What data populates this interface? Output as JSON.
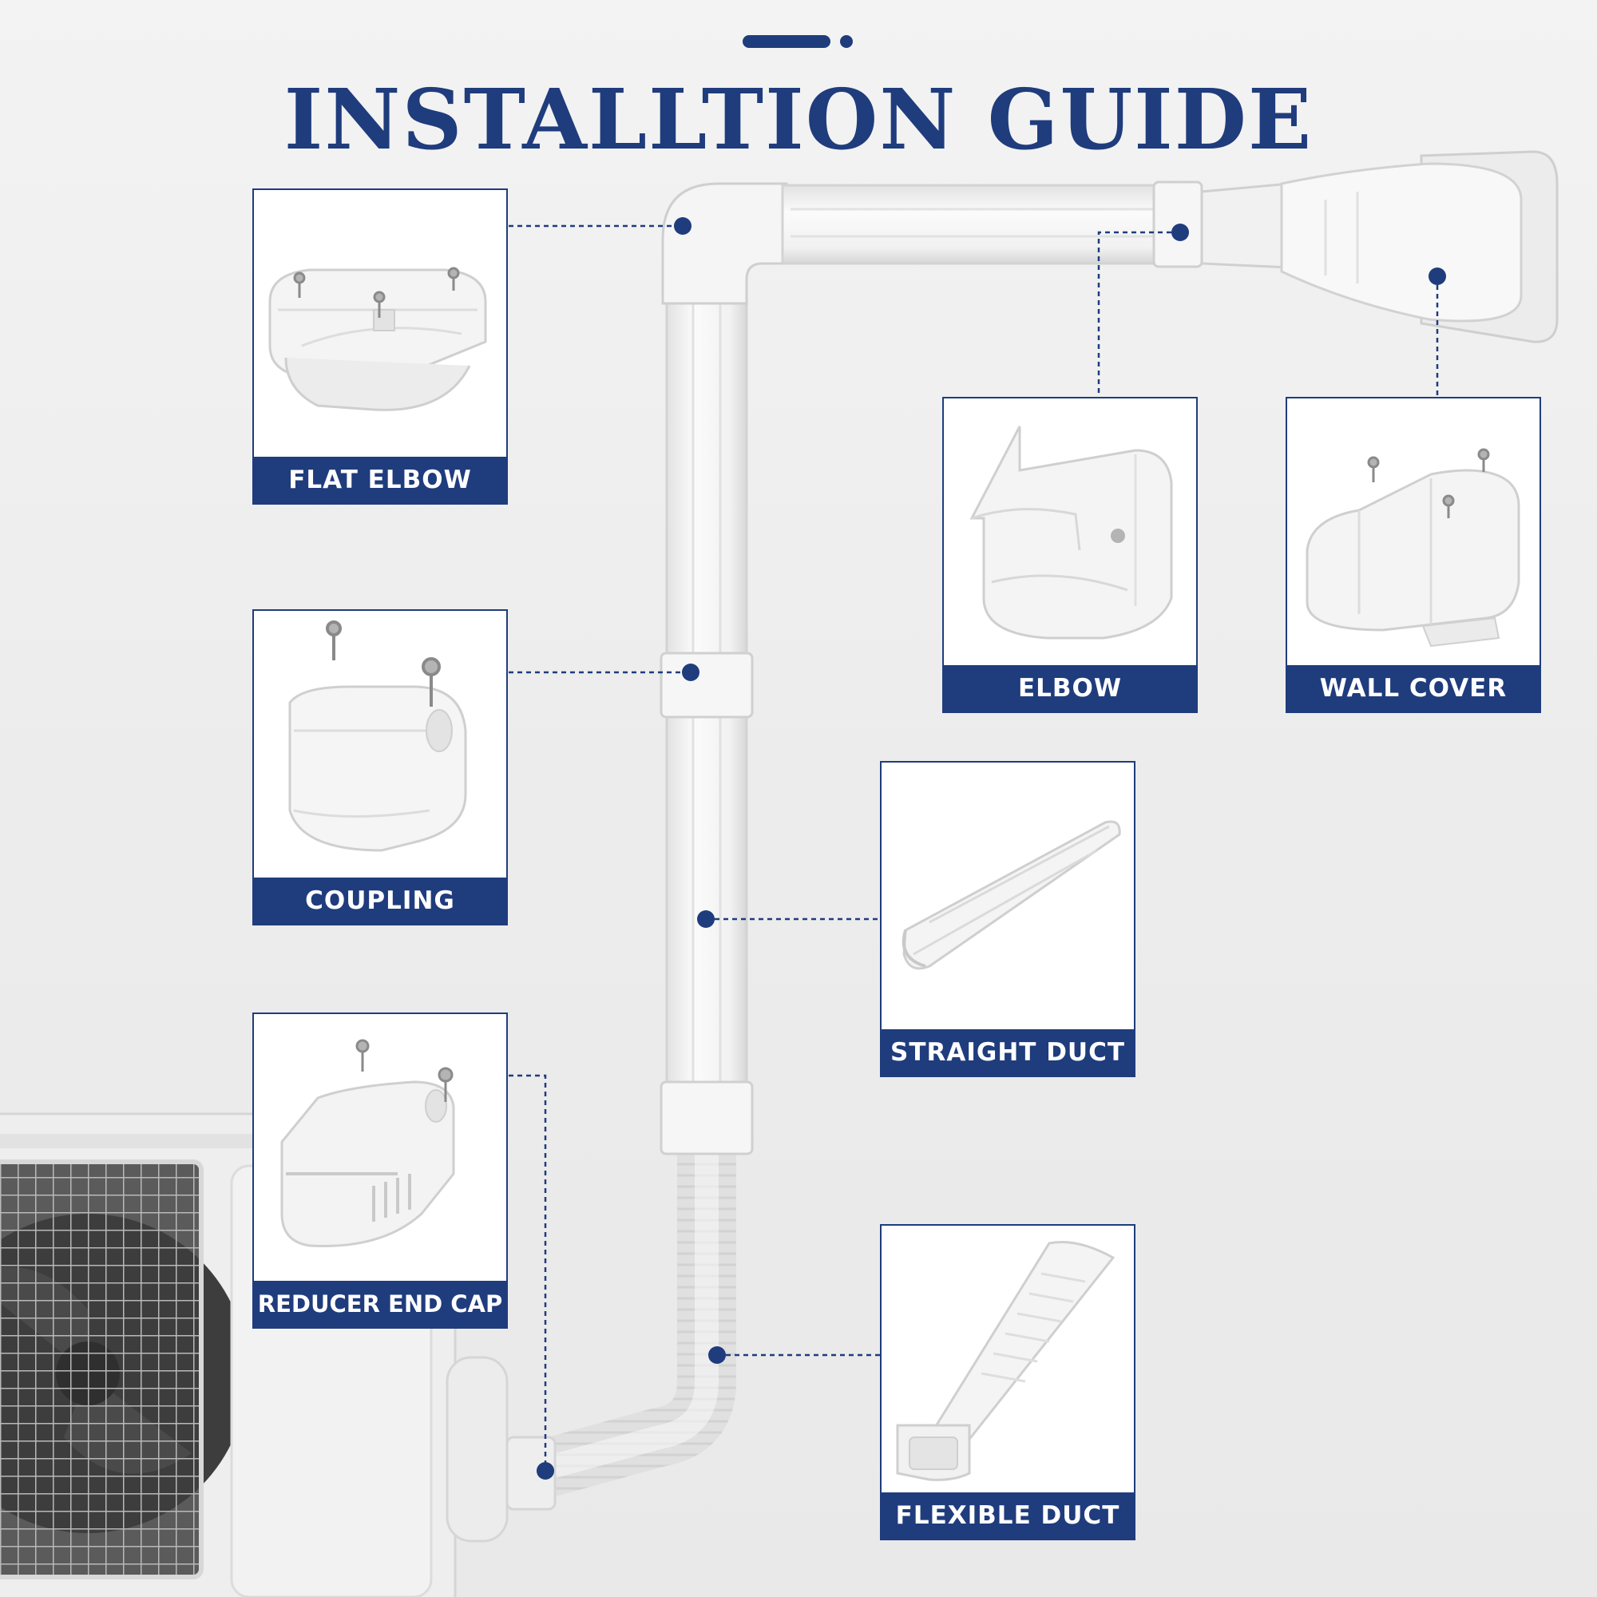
{
  "header": {
    "title": "INSTALLTION GUIDE"
  },
  "colors": {
    "accent": "#1f3c7d",
    "duct": "#f4f4f4",
    "duct_shadow": "#d9d9d9"
  },
  "parts": [
    {
      "id": "flat-elbow",
      "label": "FLAT ELBOW"
    },
    {
      "id": "coupling",
      "label": "COUPLING"
    },
    {
      "id": "reducer-end-cap",
      "label": "REDUCER END CAP"
    },
    {
      "id": "elbow",
      "label": "ELBOW"
    },
    {
      "id": "wall-cover",
      "label": "WALL COVER"
    },
    {
      "id": "straight-duct",
      "label": "STRAIGHT DUCT"
    },
    {
      "id": "flexible-duct",
      "label": "FLEXIBLE DUCT"
    }
  ]
}
